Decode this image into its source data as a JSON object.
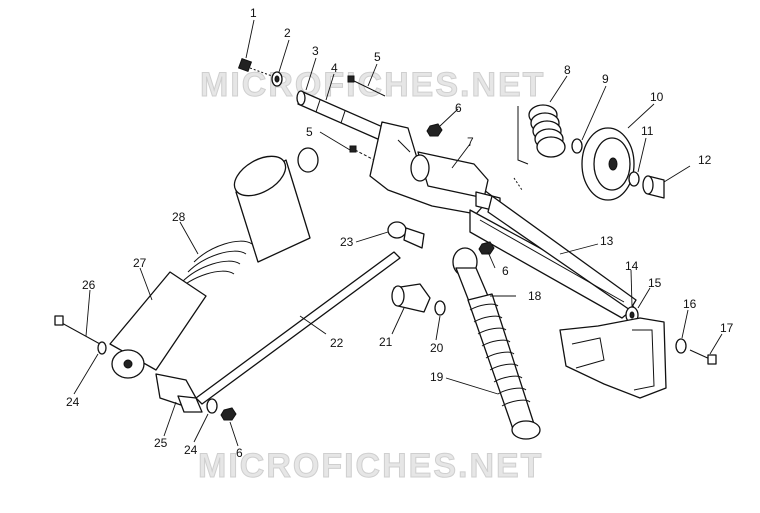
{
  "watermark": {
    "text": "MICROFICHES.NET"
  },
  "callouts": [
    "1",
    "2",
    "3",
    "4",
    "5",
    "5",
    "6",
    "6",
    "6",
    "7",
    "8",
    "9",
    "10",
    "11",
    "12",
    "13",
    "14",
    "15",
    "16",
    "17",
    "18",
    "19",
    "20",
    "21",
    "22",
    "23",
    "24",
    "24",
    "25",
    "26",
    "27",
    "28"
  ],
  "colors": {
    "line": "#111111",
    "watermark": "#e6e6e6",
    "background": "#ffffff"
  }
}
